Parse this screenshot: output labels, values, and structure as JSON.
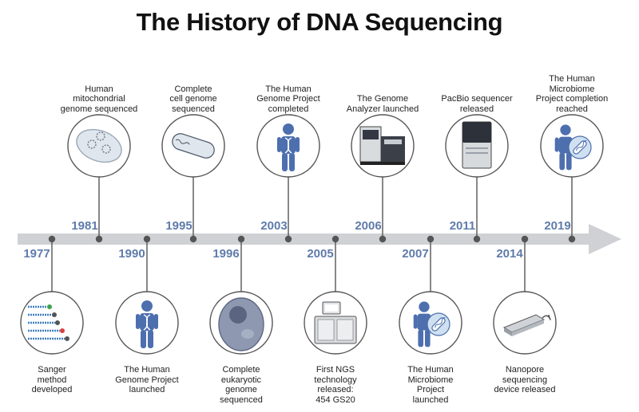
{
  "title": "The History of DNA Sequencing",
  "colors": {
    "axis": "#d0d1d4",
    "year": "#5f7bab",
    "connector": "#555555",
    "circle_border": "#555555",
    "icon_blue": "#4d6fae",
    "icon_light": "#cfe0f0"
  },
  "events": [
    {
      "year": "1977",
      "label": [
        "Sanger",
        "method",
        "developed"
      ],
      "icon": "sanger-reads-icon"
    },
    {
      "year": "1981",
      "label": [
        "Human",
        "mitochondrial",
        "genome sequenced"
      ],
      "icon": "mitochondrion-icon"
    },
    {
      "year": "1990",
      "label": [
        "The Human",
        "Genome Project",
        "launched"
      ],
      "icon": "human-dna-icon"
    },
    {
      "year": "1995",
      "label": [
        "Complete",
        "cell genome",
        "sequenced"
      ],
      "icon": "bacterium-icon"
    },
    {
      "year": "1996",
      "label": [
        "Complete",
        "eukaryotic",
        "genome",
        "sequenced"
      ],
      "icon": "yeast-cell-icon"
    },
    {
      "year": "2003",
      "label": [
        "The Human",
        "Genome Project",
        "completed"
      ],
      "icon": "human-dna-icon"
    },
    {
      "year": "2005",
      "label": [
        "First NGS",
        "technology",
        "released:",
        "454 GS20"
      ],
      "icon": "ngs-machine-icon"
    },
    {
      "year": "2006",
      "label": [
        "The Genome",
        "Analyzer launched"
      ],
      "icon": "genome-analyzer-icon"
    },
    {
      "year": "2007",
      "label": [
        "The Human",
        "Microbiome",
        "Project",
        "launched"
      ],
      "icon": "human-microbiome-icon"
    },
    {
      "year": "2011",
      "label": [
        "PacBio sequencer",
        "released"
      ],
      "icon": "pacbio-sequencer-icon"
    },
    {
      "year": "2014",
      "label": [
        "Nanopore",
        "sequencing",
        "device released"
      ],
      "icon": "nanopore-device-icon"
    },
    {
      "year": "2019",
      "label": [
        "The Human",
        "Microbiome",
        "Project completion",
        "reached"
      ],
      "icon": "human-microbiome-icon"
    }
  ]
}
